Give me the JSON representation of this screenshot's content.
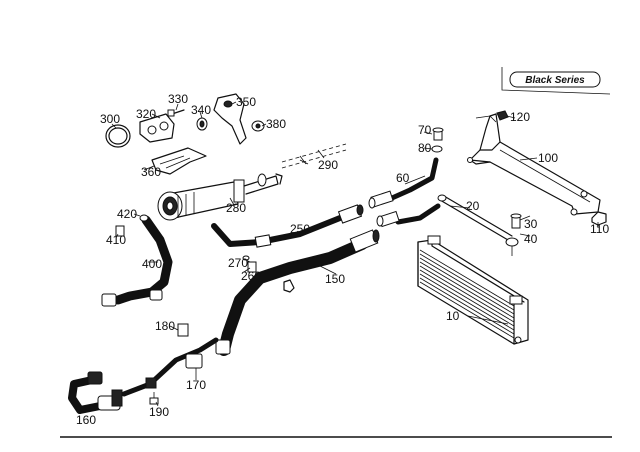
{
  "badge": {
    "label": "Black Series"
  },
  "callouts": [
    {
      "id": "10",
      "text": "10"
    },
    {
      "id": "20",
      "text": "20"
    },
    {
      "id": "30",
      "text": "30"
    },
    {
      "id": "40",
      "text": "40"
    },
    {
      "id": "60",
      "text": "60"
    },
    {
      "id": "70",
      "text": "70"
    },
    {
      "id": "80",
      "text": "80"
    },
    {
      "id": "100",
      "text": "100"
    },
    {
      "id": "110",
      "text": "110"
    },
    {
      "id": "120",
      "text": "120"
    },
    {
      "id": "150",
      "text": "150"
    },
    {
      "id": "160",
      "text": "160"
    },
    {
      "id": "170",
      "text": "170"
    },
    {
      "id": "180",
      "text": "180"
    },
    {
      "id": "190",
      "text": "190"
    },
    {
      "id": "250",
      "text": "250"
    },
    {
      "id": "260",
      "text": "260"
    },
    {
      "id": "270",
      "text": "270"
    },
    {
      "id": "280",
      "text": "280"
    },
    {
      "id": "290",
      "text": "290"
    },
    {
      "id": "300",
      "text": "300"
    },
    {
      "id": "320",
      "text": "320"
    },
    {
      "id": "330",
      "text": "330"
    },
    {
      "id": "340",
      "text": "340"
    },
    {
      "id": "350",
      "text": "350"
    },
    {
      "id": "360",
      "text": "360"
    },
    {
      "id": "380",
      "text": "380"
    },
    {
      "id": "400",
      "text": "400"
    },
    {
      "id": "410",
      "text": "410"
    },
    {
      "id": "420",
      "text": "420"
    }
  ]
}
